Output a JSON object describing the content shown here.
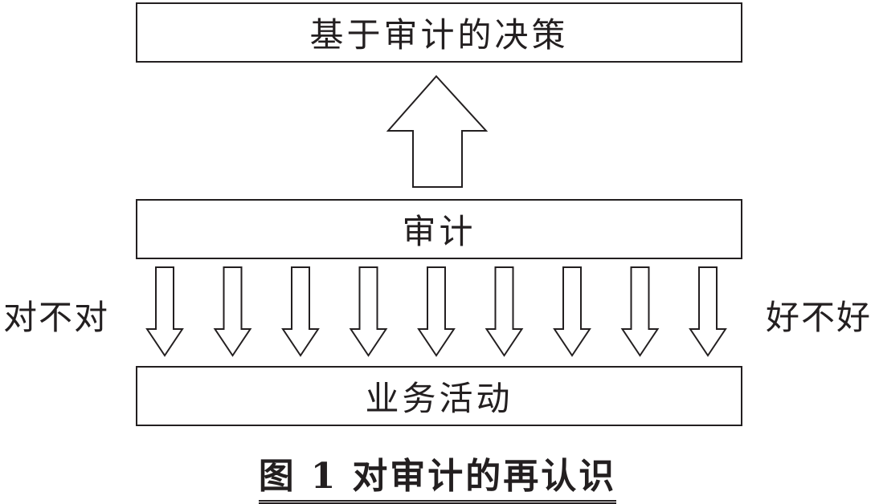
{
  "boxes": {
    "top": "基于审计的决策",
    "middle": "审计",
    "bottom": "业务活动"
  },
  "side_labels": {
    "left": "对不对",
    "right": "好不好"
  },
  "caption": {
    "prefix": "图",
    "number": "1",
    "title": "对审计的再认识"
  },
  "arrows": {
    "up_count": 1,
    "down_count": 9
  },
  "colors": {
    "stroke": "#231f20",
    "fill": "#ffffff"
  }
}
